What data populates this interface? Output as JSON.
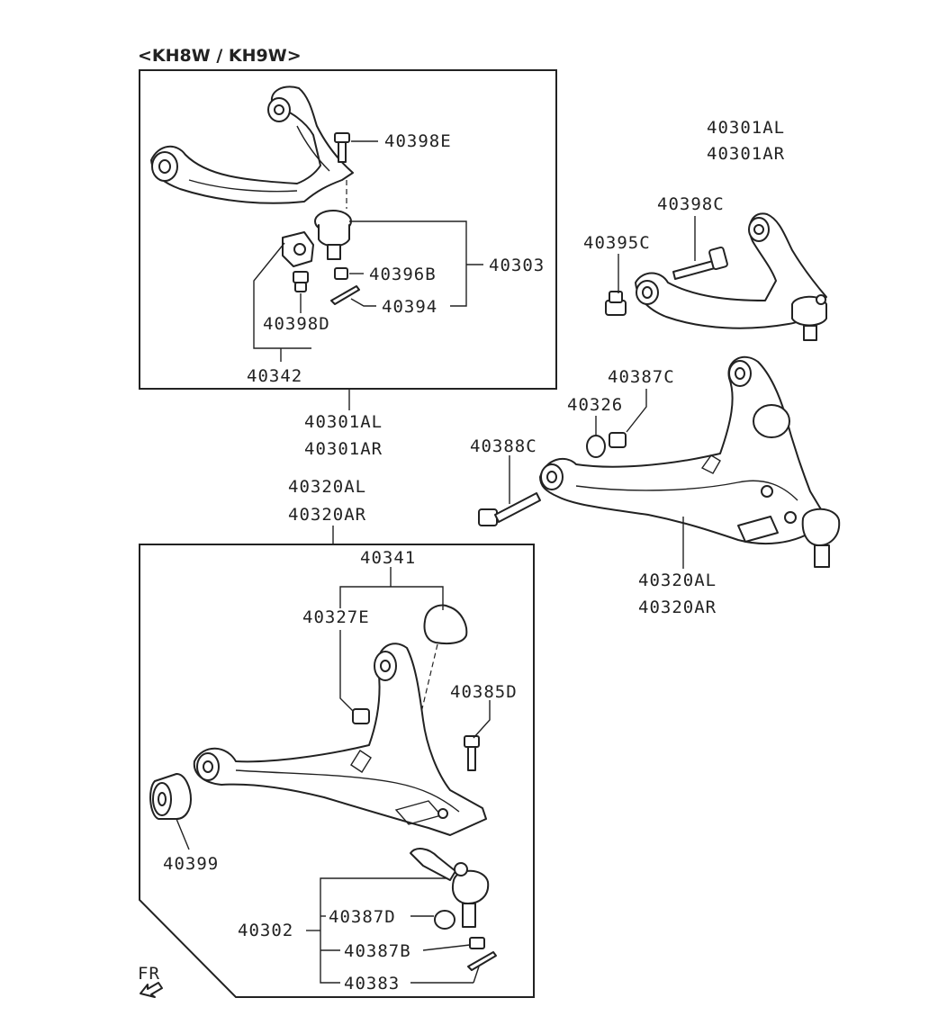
{
  "title": "<KH8W / KH9W>",
  "labels": {
    "l40398E": "40398E",
    "l40303": "40303",
    "l40396B": "40396B",
    "l40394": "40394",
    "l40398D": "40398D",
    "l40342": "40342",
    "l40301AL_mid": "40301AL",
    "l40301AR_mid": "40301AR",
    "l40320AL_mid": "40320AL",
    "l40320AR_mid": "40320AR",
    "l40301AL_right": "40301AL",
    "l40301AR_right": "40301AR",
    "l40398C": "40398C",
    "l40395C": "40395C",
    "l40387C": "40387C",
    "l40326": "40326",
    "l40388C": "40388C",
    "l40320AL_right": "40320AL",
    "l40320AR_right": "40320AR",
    "l40341": "40341",
    "l40327E": "40327E",
    "l40385D": "40385D",
    "l40399": "40399",
    "l40302": "40302",
    "l40387D": "40387D",
    "l40387B": "40387B",
    "l40383": "40383",
    "fr": "FR"
  }
}
